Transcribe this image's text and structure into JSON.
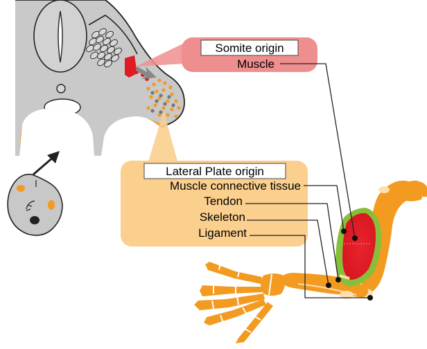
{
  "somite_box": {
    "title": "Somite origin",
    "items": [
      "Muscle"
    ]
  },
  "lateral_plate_box": {
    "title": "Lateral Plate origin",
    "items": [
      "Muscle connective tissue",
      "Tendon",
      "Skeleton",
      "Ligament"
    ]
  },
  "colors": {
    "somite_box_fill": "#ee8e8e",
    "lateral_plate_box_fill": "#fbcf8e",
    "tissue_gray": "#c8c8c8",
    "muscle_red": "#e0202c",
    "skeleton_orange": "#f39a20",
    "connective_green": "#88bf3a"
  }
}
